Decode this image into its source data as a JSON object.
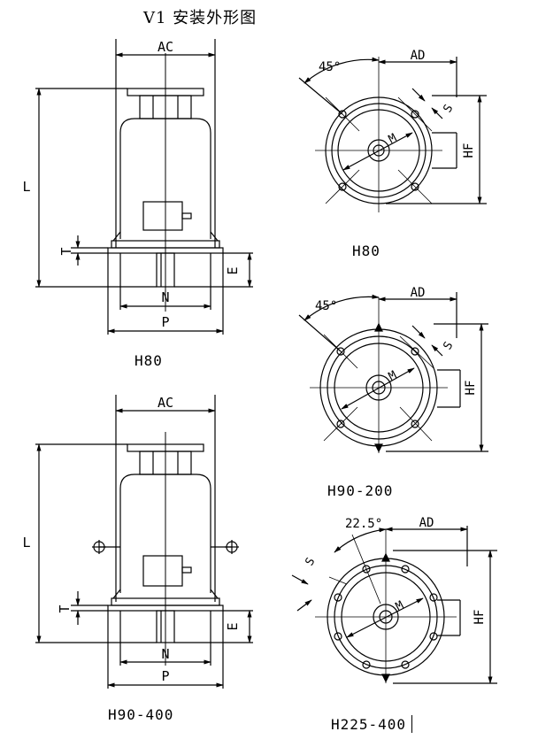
{
  "title": "V1 安装外形图",
  "side_views": [
    {
      "caption": "H80",
      "dims": {
        "width": "AC",
        "height": "L",
        "flange_thk": "T",
        "spigot": "E",
        "spigot_dia": "N",
        "flange_dia": "P"
      }
    },
    {
      "caption": "H90-400",
      "dims": {
        "width": "AC",
        "height": "L",
        "flange_thk": "T",
        "spigot": "E",
        "spigot_dia": "N",
        "flange_dia": "P"
      }
    }
  ],
  "top_views": [
    {
      "caption": "H80",
      "angle": "45°",
      "dims": {
        "ad": "AD",
        "hf": "HF",
        "m": "M",
        "s": "S"
      }
    },
    {
      "caption": "H90-200",
      "angle": "45°",
      "dims": {
        "ad": "AD",
        "hf": "HF",
        "m": "M",
        "s": "S"
      }
    },
    {
      "caption": "H225-400",
      "angle": "22.5°",
      "dims": {
        "ad": "AD",
        "hf": "HF",
        "m": "M",
        "s": "S"
      }
    }
  ]
}
